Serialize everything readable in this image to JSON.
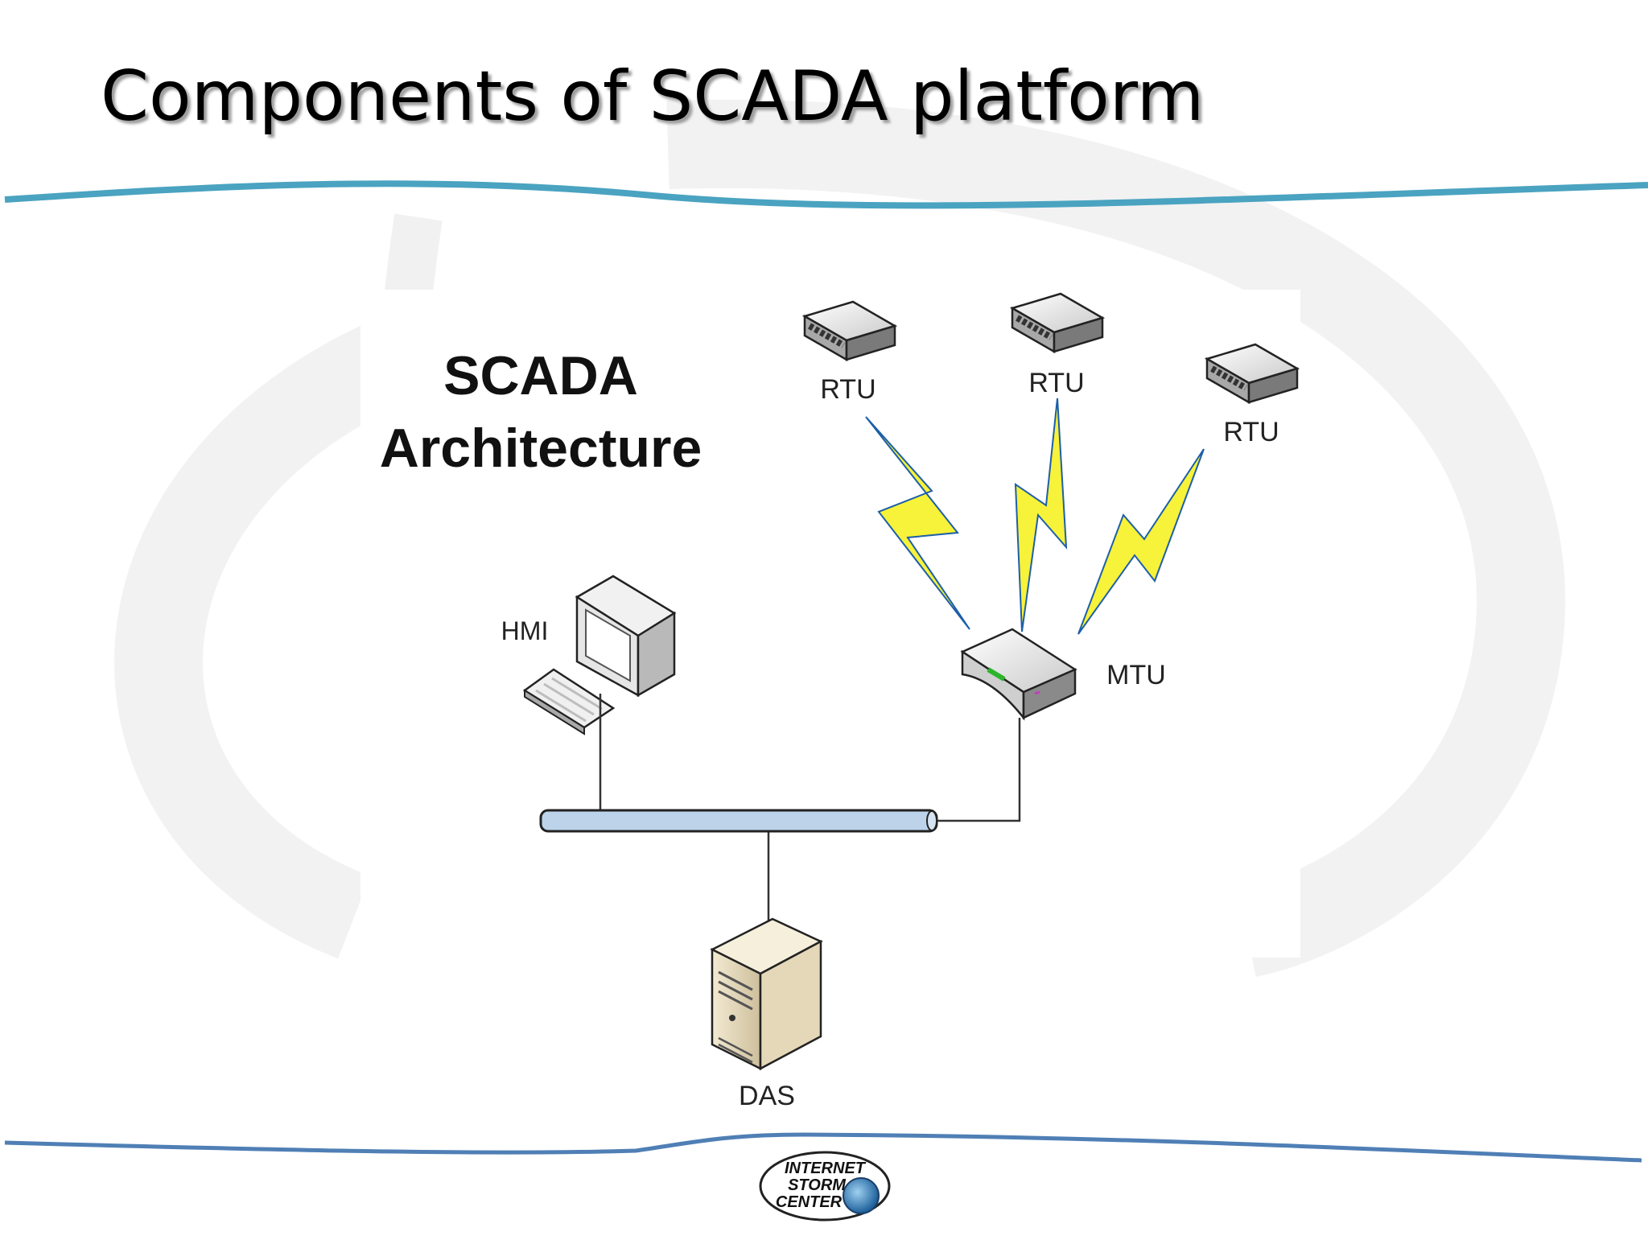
{
  "slide": {
    "title": "Components of SCADA platform"
  },
  "diagram": {
    "heading_line1": "SCADA",
    "heading_line2": "Architecture",
    "rtu_label": "RTU",
    "hmi_label": "HMI",
    "mtu_label": "MTU",
    "das_label": "DAS"
  },
  "logo": {
    "line1": "INTERNET",
    "line2": "STORM",
    "line3": "CENTER"
  },
  "colors": {
    "accent_line": "#4aa3c0",
    "lightning": "#f7f23a",
    "network_bus": "#bcd3ea"
  }
}
